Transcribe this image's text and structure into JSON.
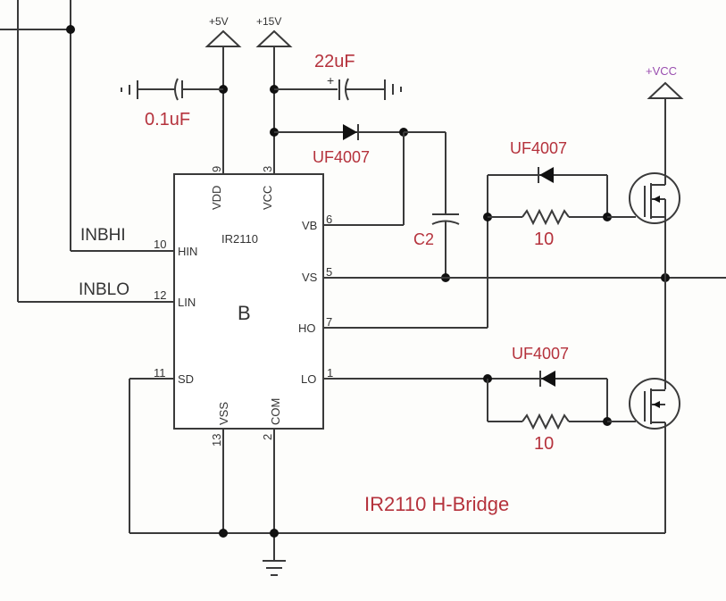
{
  "title": "IR2110 H-Bridge",
  "ic": {
    "part": "IR2110",
    "ref": "B",
    "pins": [
      {
        "num": "9",
        "name": "VDD"
      },
      {
        "num": "3",
        "name": "VCC"
      },
      {
        "num": "10",
        "name": "HIN"
      },
      {
        "num": "12",
        "name": "LIN"
      },
      {
        "num": "11",
        "name": "SD"
      },
      {
        "num": "6",
        "name": "VB"
      },
      {
        "num": "5",
        "name": "VS"
      },
      {
        "num": "7",
        "name": "HO"
      },
      {
        "num": "1",
        "name": "LO"
      },
      {
        "num": "13",
        "name": "VSS"
      },
      {
        "num": "2",
        "name": "COM"
      }
    ]
  },
  "nets": {
    "inbhi": "INBHI",
    "inblo": "INBLO",
    "v5": "+5V",
    "v15": "+15V",
    "vcc": "+VCC"
  },
  "components": {
    "c_vdd": "0.1uF",
    "c_vcc": "22uF",
    "d_boot": "UF4007",
    "c2": "C2",
    "d_high": "UF4007",
    "r_high": "10",
    "d_low": "UF4007",
    "r_low": "10"
  },
  "colors": {
    "wire": "#3a3a3a",
    "component_label": "#b5323c",
    "vcc_label": "#9a4fb0"
  }
}
